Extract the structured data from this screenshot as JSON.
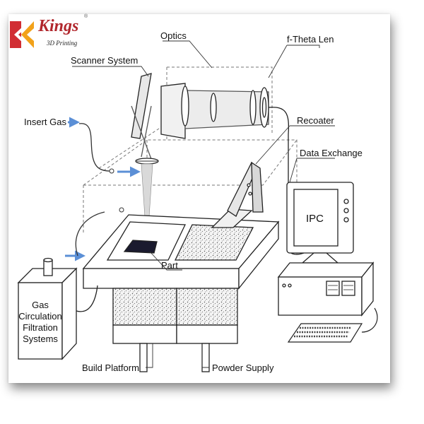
{
  "brand": {
    "name": "Kings",
    "subtitle": "3D Printing",
    "registered_mark": "®",
    "colors": {
      "red": "#d12d33",
      "orange": "#f2a21a"
    }
  },
  "labels": {
    "optics": "Optics",
    "f_theta_len": "f-Theta Len",
    "scanner_system": "Scanner System",
    "insert_gas": "Insert Gas",
    "recoater": "Recoater",
    "data_exchange": "Data Exchange",
    "ipc": "IPC",
    "part": "Part",
    "gas_system": [
      "Gas",
      "Circulation",
      "Filtration",
      "Systems"
    ],
    "build_platform": "Build Platform",
    "powder_supply": "Powder Supply"
  },
  "accent": {
    "flow_arrow": "#5b8fd6",
    "part": "#1a1a2e"
  }
}
